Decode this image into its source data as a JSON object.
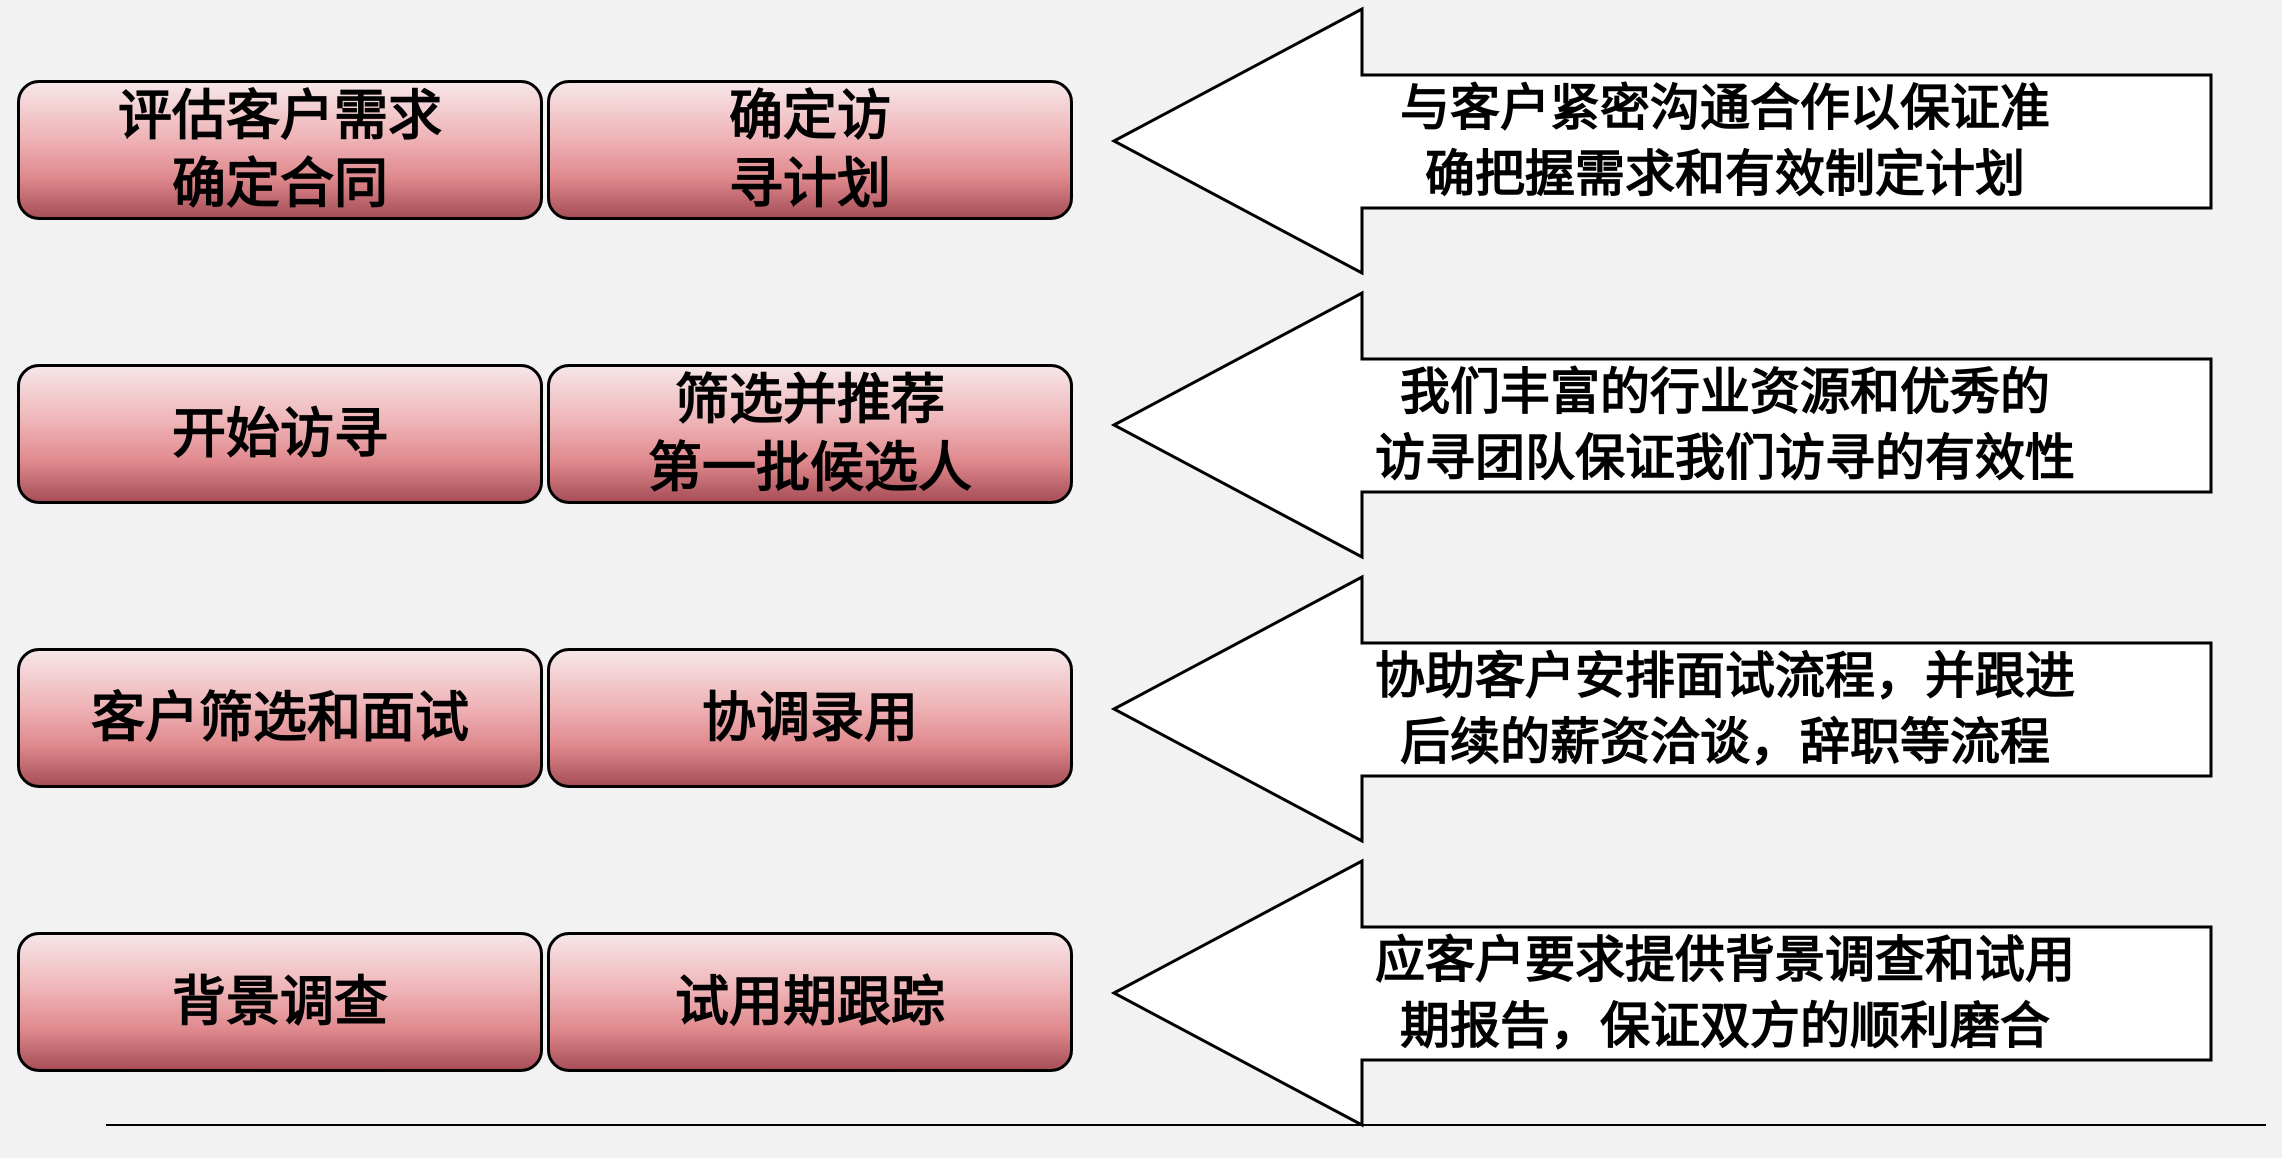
{
  "rows": [
    {
      "step": "评估客户需求\n确定合同",
      "next": "确定访\n寻计划",
      "desc": "与客户紧密沟通合作以保证准\n确把握需求和有效制定计划"
    },
    {
      "step": "开始访寻",
      "next": "筛选并推荐\n第一批候选人",
      "desc": "我们丰富的行业资源和优秀的\n访寻团队保证我们访寻的有效性"
    },
    {
      "step": "客户筛选和面试",
      "next": "协调录用",
      "desc": "协助客户安排面试流程，并跟进\n后续的薪资洽谈，辞职等流程"
    },
    {
      "step": "背景调查",
      "next": "试用期跟踪",
      "desc": "应客户要求提供背景调查和试用\n期报告，保证双方的顺利磨合"
    }
  ]
}
